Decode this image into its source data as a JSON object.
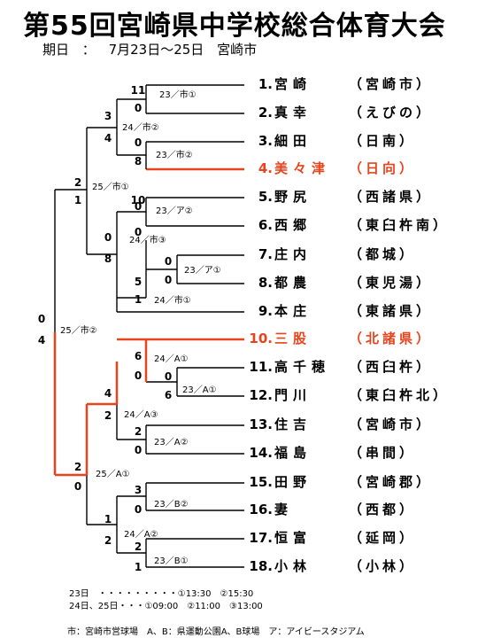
{
  "title": "第55回宮崎県中学校総合体育大会",
  "date_label": "期日",
  "date_sep": "：",
  "date_value": "7月23日～25日",
  "date_place": "宮崎市",
  "teams": [
    {
      "seed": "1.",
      "name": "宮崎",
      "org": "（宮崎市）"
    },
    {
      "seed": "2.",
      "name": "真幸",
      "org": "（えびの）"
    },
    {
      "seed": "3.",
      "name": "細田",
      "org": "（日南）"
    },
    {
      "seed": "4.",
      "name": "美々津",
      "org": "（日向）"
    },
    {
      "seed": "5.",
      "name": "野尻",
      "org": "（西諸県）"
    },
    {
      "seed": "6.",
      "name": "西郷",
      "org": "（東臼杵南）"
    },
    {
      "seed": "7.",
      "name": "庄内",
      "org": "（都城）"
    },
    {
      "seed": "8.",
      "name": "都農",
      "org": "（東児湯）"
    },
    {
      "seed": "9.",
      "name": "本庄",
      "org": "（東諸県）"
    },
    {
      "seed": "10.",
      "name": "三股",
      "org": "（北諸県）"
    },
    {
      "seed": "11.",
      "name": "高千穂",
      "org": "（西臼杵）"
    },
    {
      "seed": "12.",
      "name": "門川",
      "org": "（東臼杵北）"
    },
    {
      "seed": "13.",
      "name": "住吉",
      "org": "（宮崎市）"
    },
    {
      "seed": "14.",
      "name": "福島",
      "org": "（串間）"
    },
    {
      "seed": "15.",
      "name": "田野",
      "org": "（宮崎郡）"
    },
    {
      "seed": "16.",
      "name": "妻",
      "org": "（西都）"
    },
    {
      "seed": "17.",
      "name": "恒富",
      "org": "（延岡）"
    },
    {
      "seed": "18.",
      "name": "小林",
      "org": "（小林）"
    }
  ],
  "scores": [
    "11",
    "0",
    "0",
    "8",
    "3",
    "4",
    "10",
    "0",
    "0",
    "0",
    "0",
    "5",
    "1",
    "0",
    "8",
    "2",
    "1",
    "0",
    "4",
    "6",
    "0",
    "0",
    "6",
    "4",
    "2",
    "2",
    "0",
    "1",
    "2",
    "3",
    "0",
    "2",
    "1",
    "2",
    "0"
  ],
  "matches": [
    "23／市①",
    "24／市②",
    "23／市②",
    "25／市①",
    "23／ア②",
    "24／市③",
    "23／ア①",
    "24／市①",
    "25／市②",
    "24／A①",
    "23／A①",
    "24／A③",
    "23／A②",
    "25／A①",
    "23／B②",
    "24／A②",
    "23／B①"
  ],
  "notes": [
    "23日　・・・・・・・・・①13:30　②15:30",
    "24日、25日・・・①09:00　②11:00　③13:00"
  ],
  "venues": "市：宮崎市営球場　A、B：県運動公園A、B球場　ア：アイビースタジアム",
  "colors": {
    "highlight": "#e8431c",
    "line": "#000000"
  }
}
